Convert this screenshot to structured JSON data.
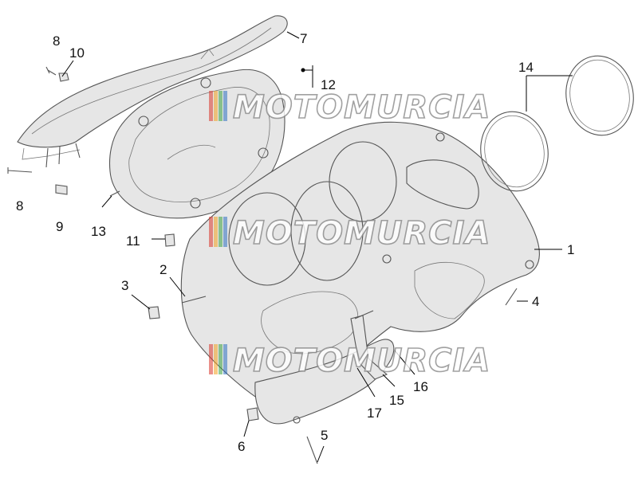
{
  "callouts": {
    "c1": "1",
    "c2": "2",
    "c3": "3",
    "c4": "4",
    "c5": "5",
    "c6": "6",
    "c7": "7",
    "c8a": "8",
    "c8b": "8",
    "c9": "9",
    "c10": "10",
    "c11": "11",
    "c12": "12",
    "c13": "13",
    "c14": "14",
    "c15": "15",
    "c16": "16",
    "c17": "17"
  },
  "watermark": {
    "text": "MOTOMURCIA",
    "stripe_colors": [
      "#d8342a",
      "#f0a020",
      "#3aa040",
      "#2d6fc0"
    ]
  },
  "colors": {
    "line": "#555555",
    "label": "#111111",
    "watermark_stroke": "#8a8a8a"
  }
}
